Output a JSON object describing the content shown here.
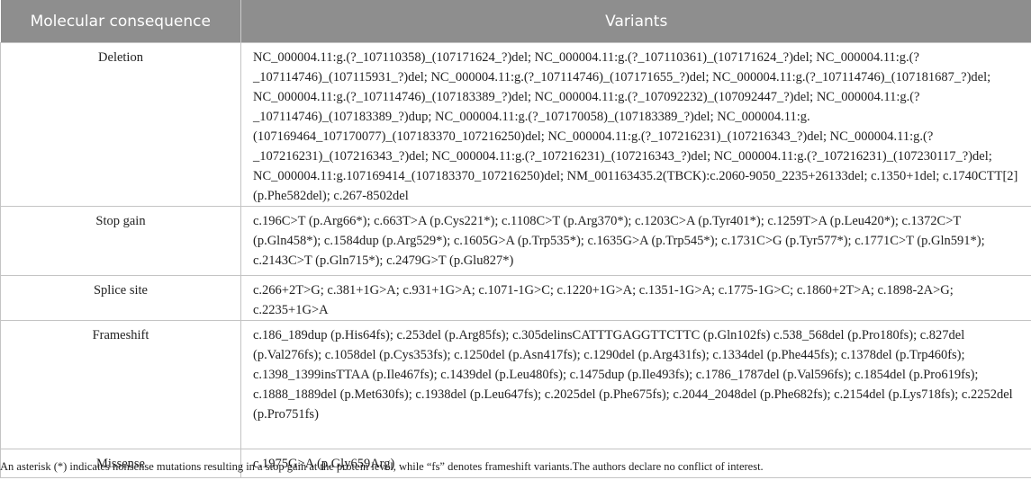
{
  "table": {
    "headers": {
      "consequence": "Molecular consequence",
      "variants": "Variants"
    },
    "rows": [
      {
        "consequence": "Deletion",
        "variants": "NC_000004.11:g.(?_107110358)_(107171624_?)del; NC_000004.11:g.(?_107110361)_(107171624_?)del; NC_000004.11:g.(?_107114746)_(107115931_?)del; NC_000004.11:g.(?_107114746)_(107171655_?)del; NC_000004.11:g.(?_107114746)_(107181687_?)del; NC_000004.11:g.(?_107114746)_(107183389_?)del; NC_000004.11:g.(?_107092232)_(107092447_?)del; NC_000004.11:g.(?_107114746)_(107183389_?)dup; NC_000004.11:g.(?_107170058)_(107183389_?)del; NC_000004.11:g.(107169464_107170077)_(107183370_107216250)del; NC_000004.11:g.(?_107216231)_(107216343_?)del; NC_000004.11:g.(?_107216231)_(107216343_?)del; NC_000004.11:g.(?_107216231)_(107216343_?)del; NC_000004.11:g.(?_107216231)_(107230117_?)del; NC_000004.11:g.107169414_(107183370_107216250)del; NM_001163435.2(TBCK):c.2060-9050_2235+26133del; c.1350+1del; c.1740CTT[2] (p.Phe582del); c.267-8502del"
      },
      {
        "consequence": "Stop gain",
        "variants": "c.196C>T (p.Arg66*); c.663T>A (p.Cys221*); c.1108C>T (p.Arg370*); c.1203C>A (p.Tyr401*); c.1259T>A (p.Leu420*); c.1372C>T (p.Gln458*); c.1584dup (p.Arg529*); c.1605G>A (p.Trp535*); c.1635G>A (p.Trp545*); c.1731C>G (p.Tyr577*); c.1771C>T (p.Gln591*); c.2143C>T (p.Gln715*); c.2479G>T (p.Glu827*)"
      },
      {
        "consequence": "Splice site",
        "variants": "c.266+2T>G; c.381+1G>A; c.931+1G>A; c.1071-1G>C; c.1220+1G>A; c.1351-1G>A; c.1775-1G>C; c.1860+2T>A; c.1898-2A>G; c.2235+1G>A"
      },
      {
        "consequence": "Frameshift",
        "variants": "c.186_189dup (p.His64fs); c.253del (p.Arg85fs); c.305delinsCATTTGAGGTTCTTC (p.Gln102fs) c.538_568del (p.Pro180fs); c.827del (p.Val276fs); c.1058del (p.Cys353fs); c.1250del (p.Asn417fs); c.1290del (p.Arg431fs); c.1334del (p.Phe445fs); c.1378del (p.Trp460fs); c.1398_1399insTTAA (p.Ile467fs); c.1439del (p.Leu480fs); c.1475dup (p.Ile493fs); c.1786_1787del (p.Val596fs); c.1854del (p.Pro619fs); c.1888_1889del (p.Met630fs); c.1938del (p.Leu647fs); c.2025del (p.Phe675fs); c.2044_2048del (p.Phe682fs); c.2154del (p.Lys718fs); c.2252del (p.Pro751fs)"
      },
      {
        "consequence": "Missense",
        "variants": "c.1975G>A (p.Gly659Arg)"
      }
    ]
  },
  "footnote": "An asterisk (*) indicates nonsense mutations resulting in a stop gain at the protein level, while “fs” denotes frameshift variants.The authors declare no conflict of interest."
}
